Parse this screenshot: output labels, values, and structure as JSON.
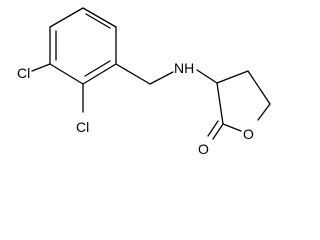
{
  "molecule": {
    "atoms": {
      "cl_upper": "Cl",
      "cl_lower": "Cl",
      "amine": "NH",
      "ring_oxygen": "O",
      "carbonyl_oxygen": "O"
    },
    "colors": {
      "bond": "#000000",
      "label": "#000000",
      "background": "#ffffff"
    }
  }
}
